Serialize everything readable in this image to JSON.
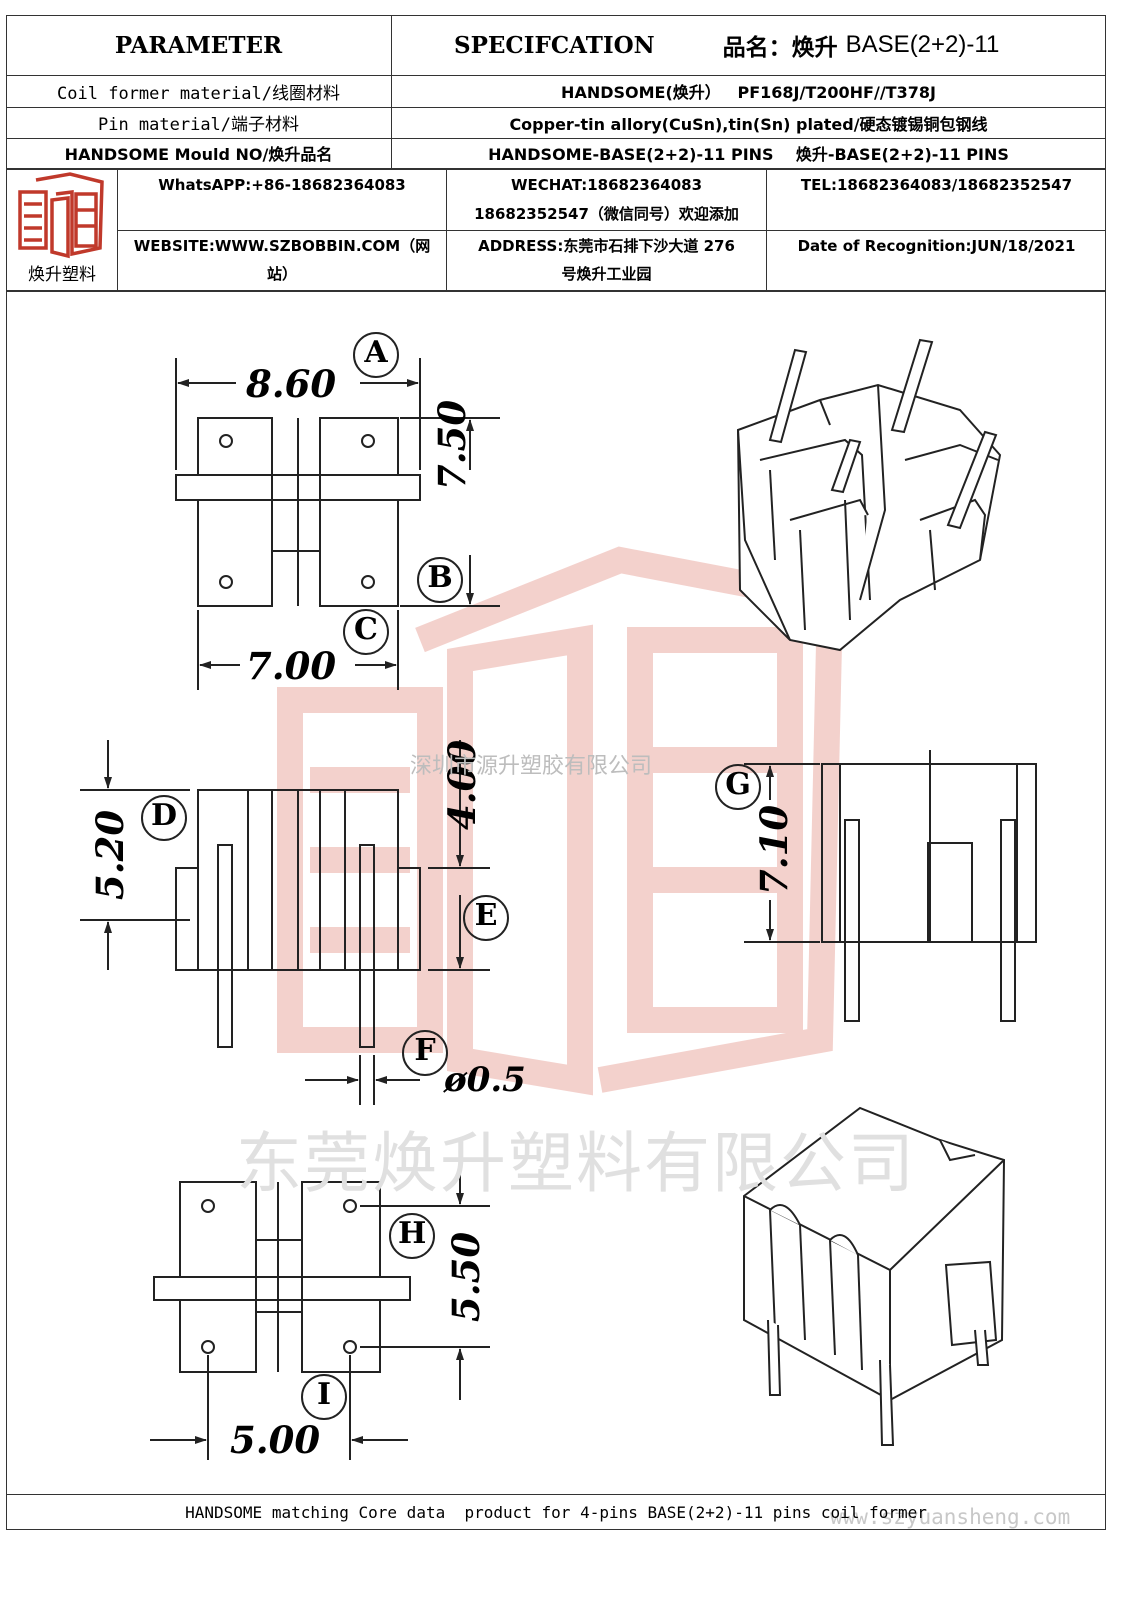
{
  "header": {
    "parameter": "PARAMETER",
    "specification": "SPECIFCATION",
    "product_name_label": "品名：",
    "product_name_cn": "焕升",
    "product_name_model": "BASE(2+2)-11"
  },
  "spec_rows": [
    {
      "label": "Coil former material/线圈材料",
      "value": "HANDSOME(焕升）   PF168J/T200HF//T378J"
    },
    {
      "label": "Pin material/端子材料",
      "value": "Copper-tin allory(CuSn),tin(Sn) plated/硬态镀锡铜包钢线"
    },
    {
      "label": "HANDSOME Mould NO/焕升品名",
      "value": "HANDSOME-BASE(2+2)-11 PINS    焕升-BASE(2+2)-11 PINS"
    }
  ],
  "company": {
    "logo_caption": "焕升塑料",
    "whatsapp": "WhatsAPP:+86-18682364083",
    "wechat_line1": "WECHAT:18682364083",
    "wechat_line2": "18682352547（微信同号）欢迎添加",
    "tel": "TEL:18682364083/18682352547",
    "website_line1": "WEBSITE:WWW.SZBOBBIN.COM（网",
    "website_line2": "站）",
    "address_line1": "ADDRESS:东莞市石排下沙大道 276",
    "address_line2": "号焕升工业园",
    "date": "Date of Recognition:JUN/18/2021"
  },
  "drawing": {
    "dim_a": "8.60",
    "dim_b": "7.50",
    "dim_c": "7.00",
    "dim_d": "5.20",
    "dim_e": "4.00",
    "dim_f": "ø0.5",
    "dim_g": "7.10",
    "dim_h": "5.50",
    "dim_i": "5.00",
    "label_a": "A",
    "label_b": "B",
    "label_c": "C",
    "label_d": "D",
    "label_e": "E",
    "label_f": "F",
    "label_g": "G",
    "label_h": "H",
    "label_i": "I"
  },
  "watermarks": {
    "company_small": "深圳市源升塑胶有限公司",
    "company_large": "东莞焕升塑料有限公司",
    "website": "www.szyuansheng.com"
  },
  "footer": {
    "text": "HANDSOME matching Core data  product for 4-pins BASE(2+2)-11 pins coil former"
  },
  "colors": {
    "logo_red": "#c0392b",
    "watermark_red": "#f2c9c4",
    "line": "#333333"
  }
}
